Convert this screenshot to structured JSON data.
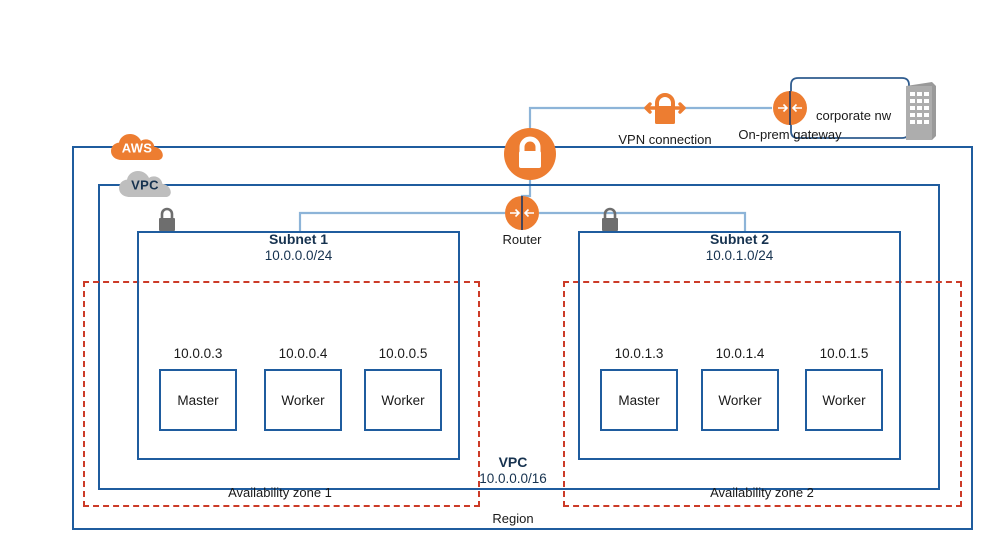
{
  "diagram": {
    "title": "AWS VPC multi-AZ cluster with VPN to on-prem network",
    "colors": {
      "aws_orange": "#ED7D31",
      "boundary_blue": "#1F5C9E",
      "az_red": "#CC3B28",
      "wire_blue": "#8DB4D8",
      "gray_icon": "#6E6E6E",
      "vpc_cloud_gray": "#BEBEBE",
      "text_dark": "#16324F"
    }
  },
  "clouds": {
    "aws": {
      "label": "AWS",
      "icon": "aws-cloud-icon"
    },
    "vpc": {
      "label": "VPC",
      "icon": "vpc-cloud-icon"
    }
  },
  "top_network": {
    "vpn_gateway": {
      "icon": "vpn-gateway-lock-icon",
      "label": ""
    },
    "vpn_connection": {
      "icon": "vpn-connection-lock-arrows-icon",
      "label": "VPN connection"
    },
    "on_prem_gateway": {
      "icon": "gateway-circle-arrows-icon",
      "label": "On-prem gateway"
    },
    "corporate_nw": {
      "icon": "server-building-icon",
      "label": "corporate nw"
    }
  },
  "router": {
    "icon": "router-circle-arrows-icon",
    "label": "Router"
  },
  "security_locks": {
    "subnet1_lock": "padlock-icon",
    "subnet2_lock": "padlock-icon"
  },
  "subnets": [
    {
      "name": "Subnet 1",
      "cidr": "10.0.0.0/24",
      "nodes": [
        {
          "ip": "10.0.0.3",
          "role": "Master"
        },
        {
          "ip": "10.0.0.4",
          "role": "Worker"
        },
        {
          "ip": "10.0.0.5",
          "role": "Worker"
        }
      ]
    },
    {
      "name": "Subnet 2",
      "cidr": "10.0.1.0/24",
      "nodes": [
        {
          "ip": "10.0.1.3",
          "role": "Master"
        },
        {
          "ip": "10.0.1.4",
          "role": "Worker"
        },
        {
          "ip": "10.0.1.5",
          "role": "Worker"
        }
      ]
    }
  ],
  "availability_zones": [
    {
      "label": "Availability zone 1"
    },
    {
      "label": "Availability zone 2"
    }
  ],
  "vpc_footer": {
    "name": "VPC",
    "cidr": "10.0.0.0/16"
  },
  "region_footer": {
    "label": "Region"
  }
}
